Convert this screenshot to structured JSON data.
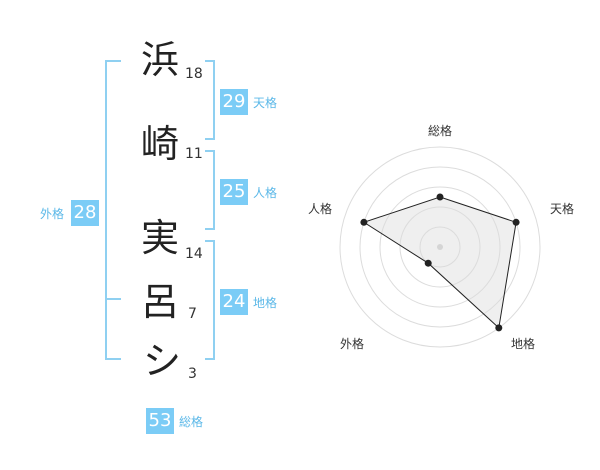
{
  "name_chars": [
    {
      "char": "浜",
      "strokes": "18"
    },
    {
      "char": "崎",
      "strokes": "11"
    },
    {
      "char": "実",
      "strokes": "14"
    },
    {
      "char": "呂",
      "strokes": "7"
    },
    {
      "char": "シ",
      "strokes": "3"
    }
  ],
  "fortunes": {
    "ten": {
      "value": "29",
      "label": "天格"
    },
    "jin": {
      "value": "25",
      "label": "人格"
    },
    "chi": {
      "value": "24",
      "label": "地格"
    },
    "gai": {
      "value": "28",
      "label": "外格"
    },
    "so": {
      "value": "53",
      "label": "総格"
    }
  },
  "colors": {
    "accent": "#7bccf6",
    "bracket": "#8fd0f1",
    "label": "#5bb8e8"
  },
  "chart_data": {
    "type": "radar",
    "axes": [
      "総格",
      "天格",
      "地格",
      "外格",
      "人格"
    ],
    "max": 5,
    "rings": 5,
    "values": [
      2.5,
      4,
      5,
      1,
      4
    ]
  }
}
